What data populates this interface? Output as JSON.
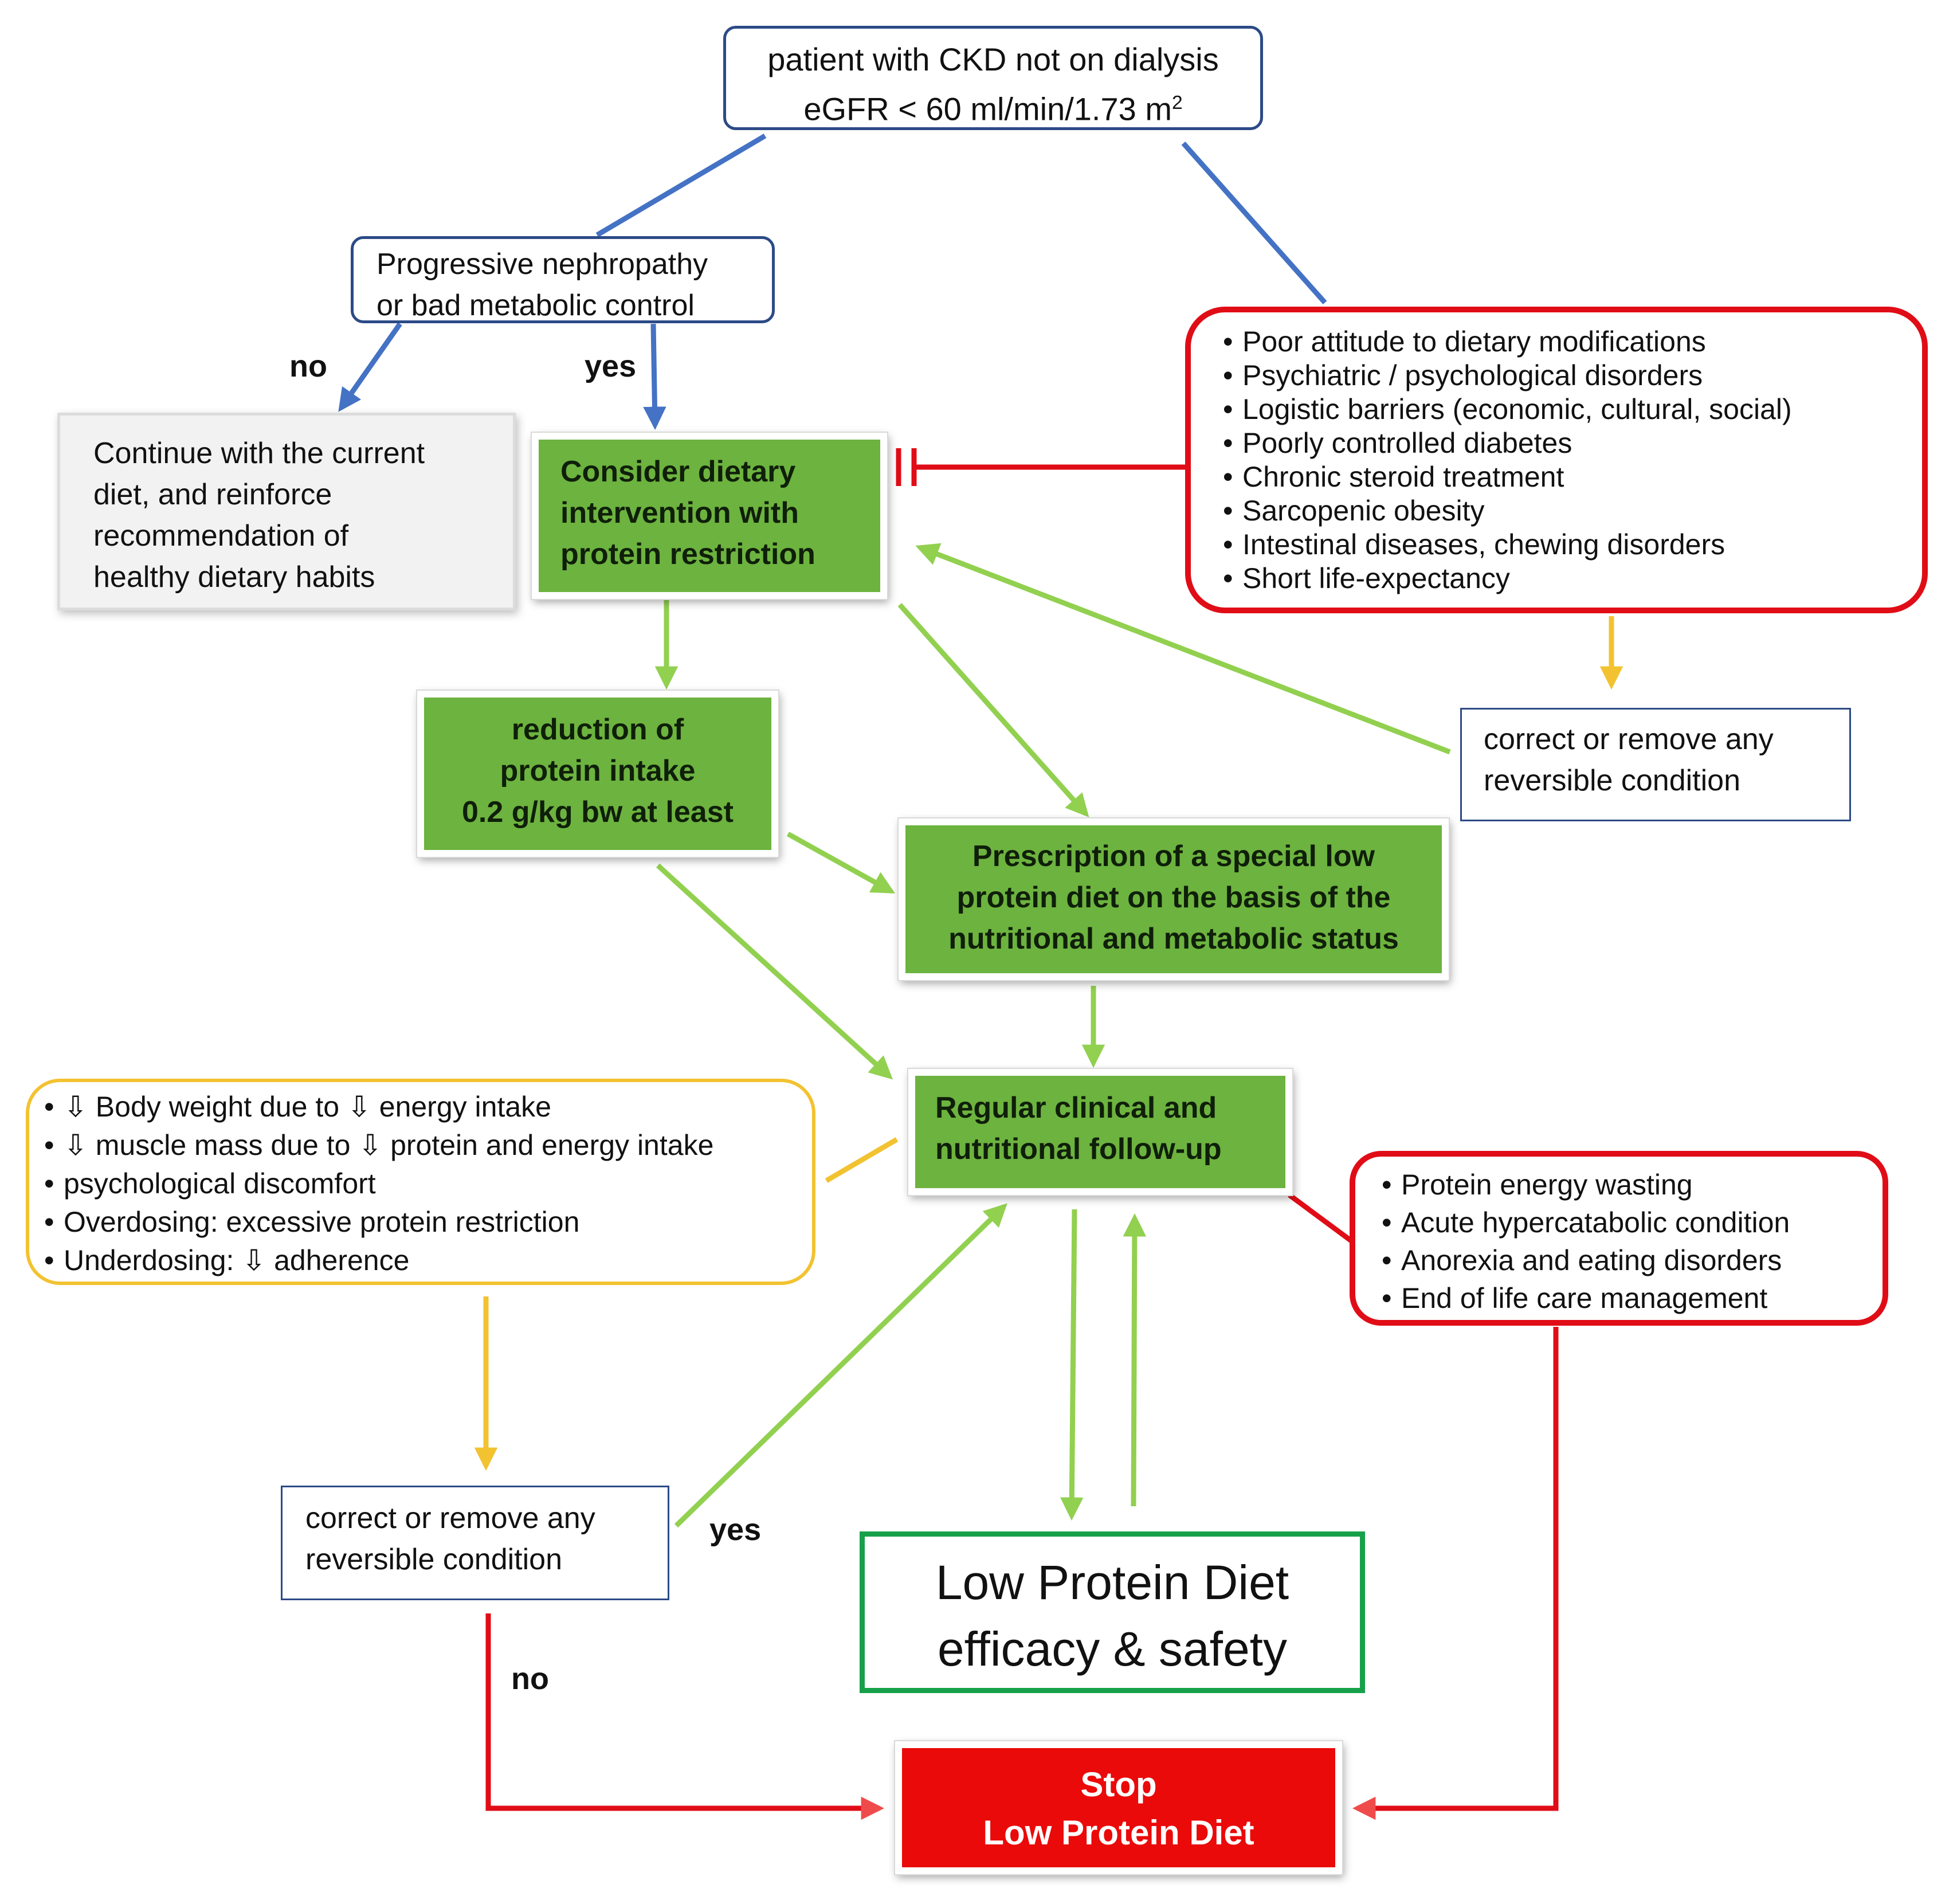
{
  "start": {
    "line1": "patient with CKD not on dialysis",
    "line2": "eGFR < 60  ml/min/1.73 m",
    "line2_sup": "2"
  },
  "progressive": {
    "line1": "Progressive nephropathy",
    "line2": "or bad metabolic control"
  },
  "continue_diet": {
    "lines": [
      "Continue with the current",
      "diet, and reinforce",
      "recommendation  of",
      "healthy dietary habits"
    ]
  },
  "consider": {
    "lines": [
      "Consider dietary",
      "intervention with",
      "protein  restriction"
    ]
  },
  "barriers": {
    "items": [
      "Poor attitude to dietary modifications",
      "Psychiatric / psychological disorders",
      "Logistic barriers (economic, cultural, social)",
      "Poorly controlled diabetes",
      "Chronic steroid treatment",
      "Sarcopenic obesity",
      "Intestinal diseases, chewing disorders",
      "Short life-expectancy"
    ]
  },
  "correct_top": {
    "lines": [
      "correct or remove  any",
      "reversible condition"
    ]
  },
  "reduction": {
    "lines": [
      "reduction of",
      "protein intake",
      "0.2 g/kg bw at least"
    ]
  },
  "prescription": {
    "lines": [
      "Prescription  of  a  special low",
      "protein diet on the basis  of the",
      "nutritional  and  metabolic status"
    ]
  },
  "followup": {
    "lines": [
      "Regular clinical  and",
      "nutritional follow-up"
    ]
  },
  "problems": {
    "items": [
      "⇩ Body weight due to ⇩ energy intake",
      "⇩ muscle mass due to ⇩ protein and energy  intake",
      "psychological discomfort",
      "Overdosing: excessive protein restriction",
      "Underdosing: ⇩ adherence"
    ]
  },
  "wasting": {
    "items": [
      "Protein energy wasting",
      "Acute hypercatabolic condition",
      "Anorexia and eating disorders",
      "End of life care management"
    ]
  },
  "correct_bottom": {
    "lines": [
      "correct or remove  any",
      "reversible condition"
    ]
  },
  "lpd": {
    "line1": "Low Protein Diet",
    "line2": "efficacy & safety"
  },
  "stop": {
    "line1": "Stop",
    "line2": "Low Protein Diet"
  },
  "labels": {
    "no": "no",
    "yes": "yes"
  },
  "colors": {
    "blue": "#4472c4",
    "green_arrow": "#92d050",
    "red": "#e00d17",
    "yellow": "#f2c230",
    "green_box": "#6db33f",
    "stop_red": "#ea0a0a"
  }
}
